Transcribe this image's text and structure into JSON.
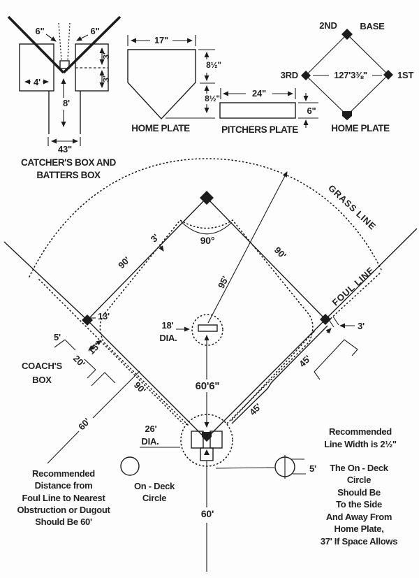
{
  "colors": {
    "ink": "#1c1c1c",
    "paper": "#fdfdfd"
  },
  "catchers_box_diagram": {
    "six_left": "6\"",
    "six_right": "6\"",
    "three_upper": "3'",
    "three_lower": "3'",
    "four": "4'",
    "eight": "8'",
    "width_43": "43\"",
    "caption_line1": "CATCHER'S BOX AND",
    "caption_line2": "BATTERS BOX"
  },
  "home_plate_diagram": {
    "width_17": "17\"",
    "upper_8": "8½\"",
    "lower_8": "8½\"",
    "caption": "HOME PLATE"
  },
  "pitchers_plate_diagram": {
    "width_24": "24\"",
    "height_6": "6\"",
    "caption": "PITCHERS PLATE"
  },
  "bases_diagram": {
    "second": "2ND",
    "base_word": "BASE",
    "third": "3RD",
    "first": "1ST",
    "home": "HOME PLATE",
    "home_to_second": "127'3⅜\""
  },
  "field": {
    "angle_90": "90°",
    "baseline_third_second": "90'",
    "baseline_second_first": "90'",
    "baseline_third_home": "90'",
    "grass_line": "GRASS LINE",
    "foul_line": "FOUL LINE",
    "radius_95": "95'",
    "three_feet_infield": "3'",
    "three_feet_first": "3'",
    "thirteen": "13'",
    "mound_dia_line1": "18'",
    "mound_dia_line2": "DIA.",
    "home_circle_line1": "26'",
    "home_circle_line2": "DIA.",
    "pitch_distance": "60'6\"",
    "lane_45_upper": "45'",
    "lane_45_lower": "45'",
    "obstruction_60": "60'",
    "backstop_60": "60'",
    "coach_5": "5'",
    "coach_15": "15'",
    "coach_20": "20'",
    "coach_label1": "COACH'S",
    "coach_label2": "BOX",
    "on_deck_5": "5'"
  },
  "notes": {
    "left": [
      "Recommended",
      "Distance from",
      "Foul Line to Nearest",
      "Obstruction or Dugout",
      "Should Be 60'"
    ],
    "on_deck": [
      "On - Deck",
      "Circle"
    ],
    "line_width": [
      "Recommended",
      "Line Width is 2½\""
    ],
    "on_deck_side": [
      "The On - Deck",
      "Circle",
      "Should Be",
      "To the Side",
      "And Away From",
      "Home Plate,",
      "37' If Space Allows"
    ]
  }
}
